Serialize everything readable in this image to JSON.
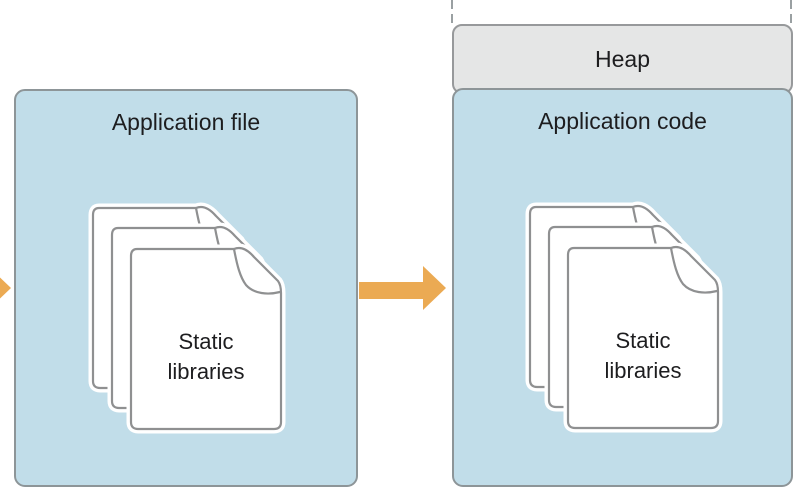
{
  "diagram": {
    "description": "Static libraries linked into an application file are loaded into heap memory as application code",
    "left_box": {
      "title": "Application file"
    },
    "right_box": {
      "title": "Application code"
    },
    "heap": {
      "label": "Heap"
    },
    "left_stack": {
      "label": "Static\nlibraries"
    },
    "right_stack": {
      "label": "Static\nlibraries"
    },
    "icons": {
      "left_stack_icon": "document-stack-icon",
      "right_stack_icon": "document-stack-icon",
      "middle_arrow": "arrow-right-icon",
      "edge_arrow": "arrow-right-partial-icon",
      "heap_continuation": "dashed-line"
    }
  },
  "colors": {
    "box-fill": "#c1dde9",
    "box-border": "#8d9598",
    "heap-fill": "#e5e6e6",
    "heap-border": "#97999b",
    "arrow": "#ebaa53",
    "page-border": "#8f9091",
    "page-fill": "#ffffff",
    "text": "#1d1d1f",
    "dash": "#9aa0a2",
    "bg": "#ffffff"
  }
}
